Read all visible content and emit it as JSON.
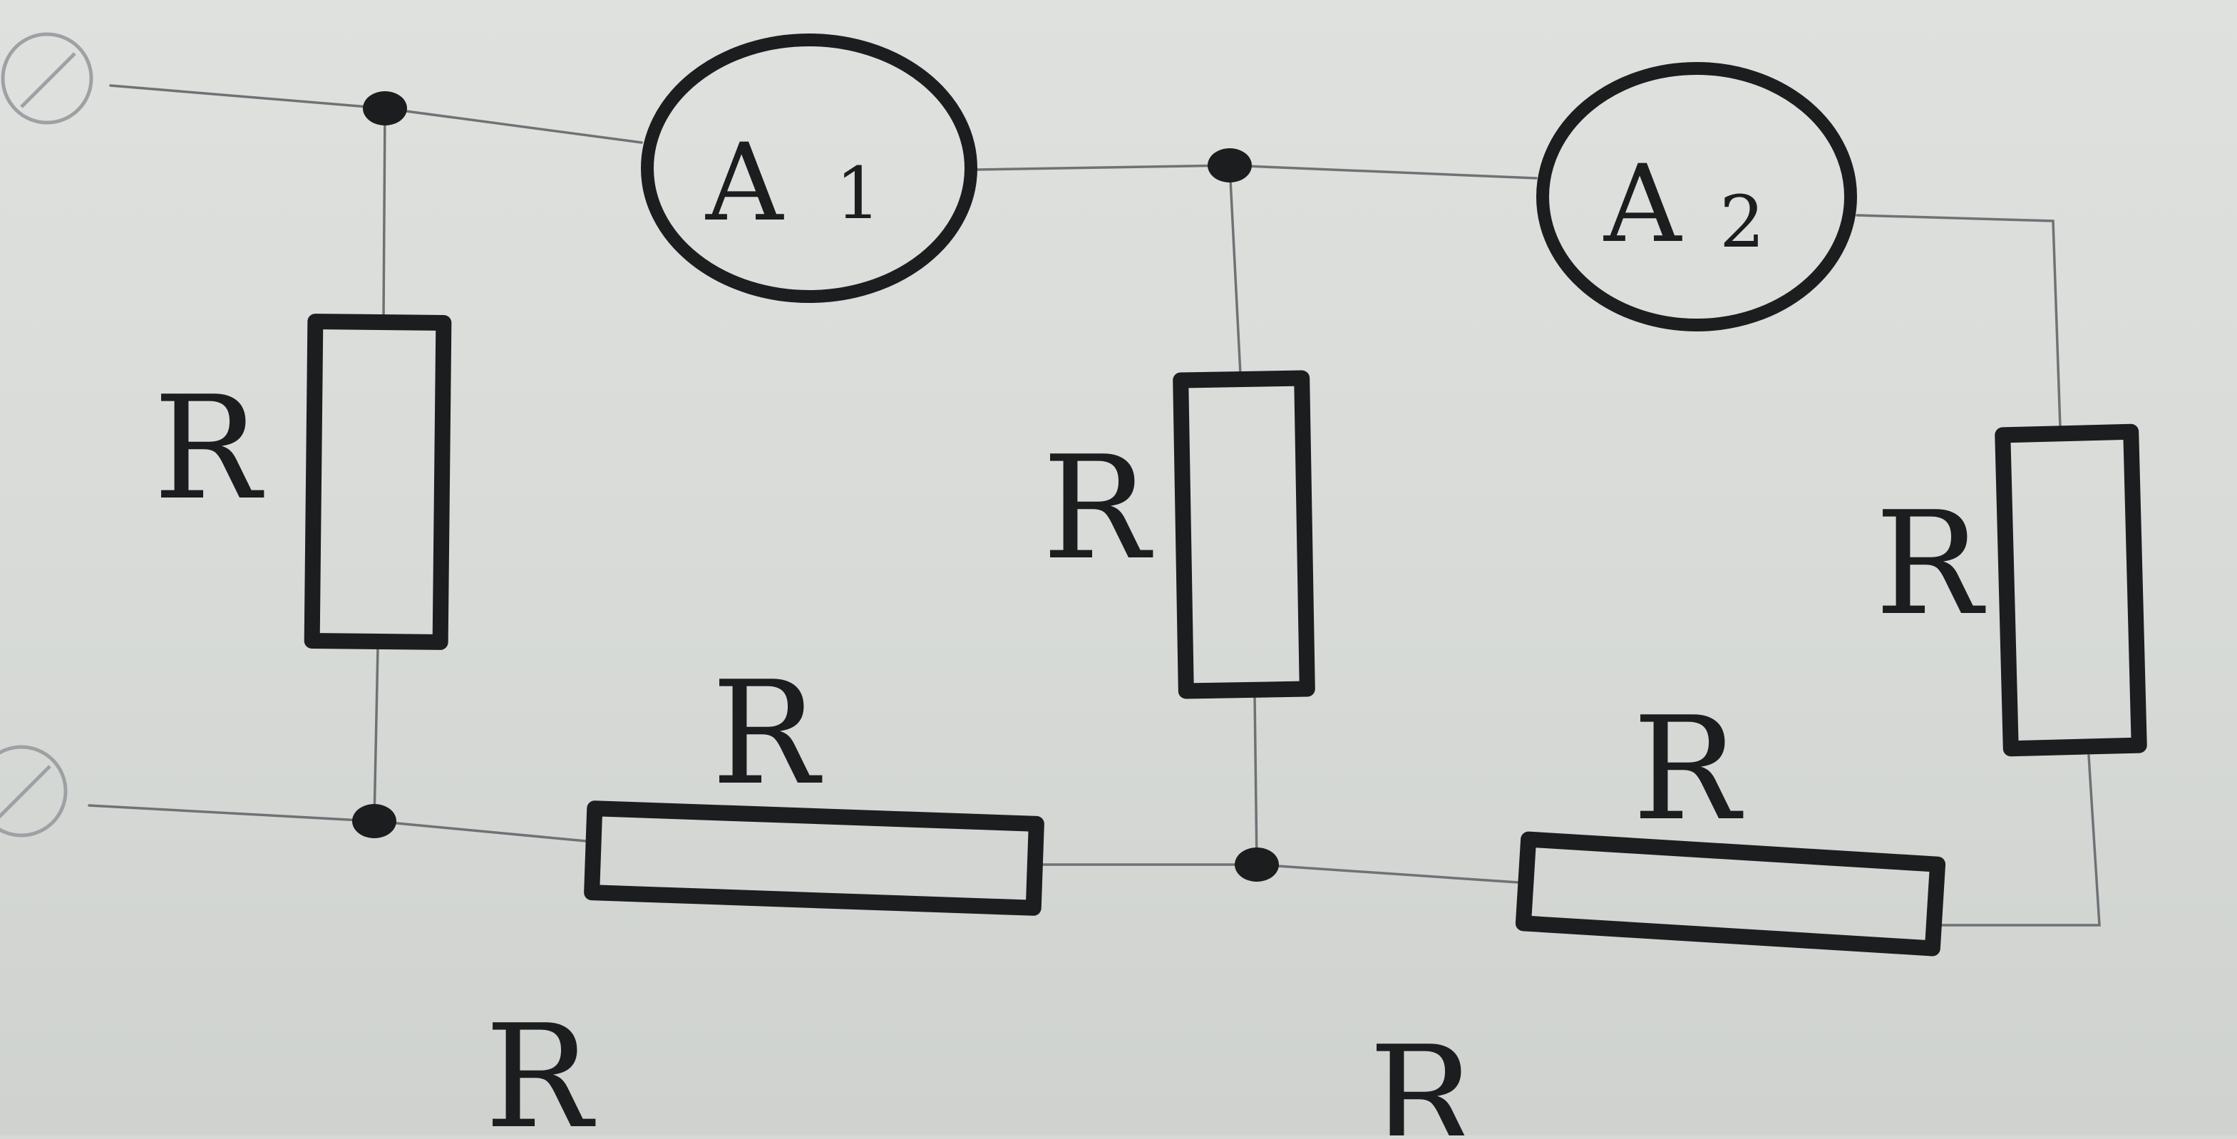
{
  "diagram": {
    "meters": [
      {
        "id": "a1",
        "letter": "A",
        "index": "1"
      },
      {
        "id": "a2",
        "letter": "A",
        "index": "2"
      }
    ],
    "resistor_labels": [
      "R",
      "R",
      "R",
      "R",
      "R",
      "R",
      "R"
    ],
    "colors": {
      "ink": "#1b1d1f",
      "wire": "#6f7275",
      "paper": "#d9dcd9"
    }
  }
}
